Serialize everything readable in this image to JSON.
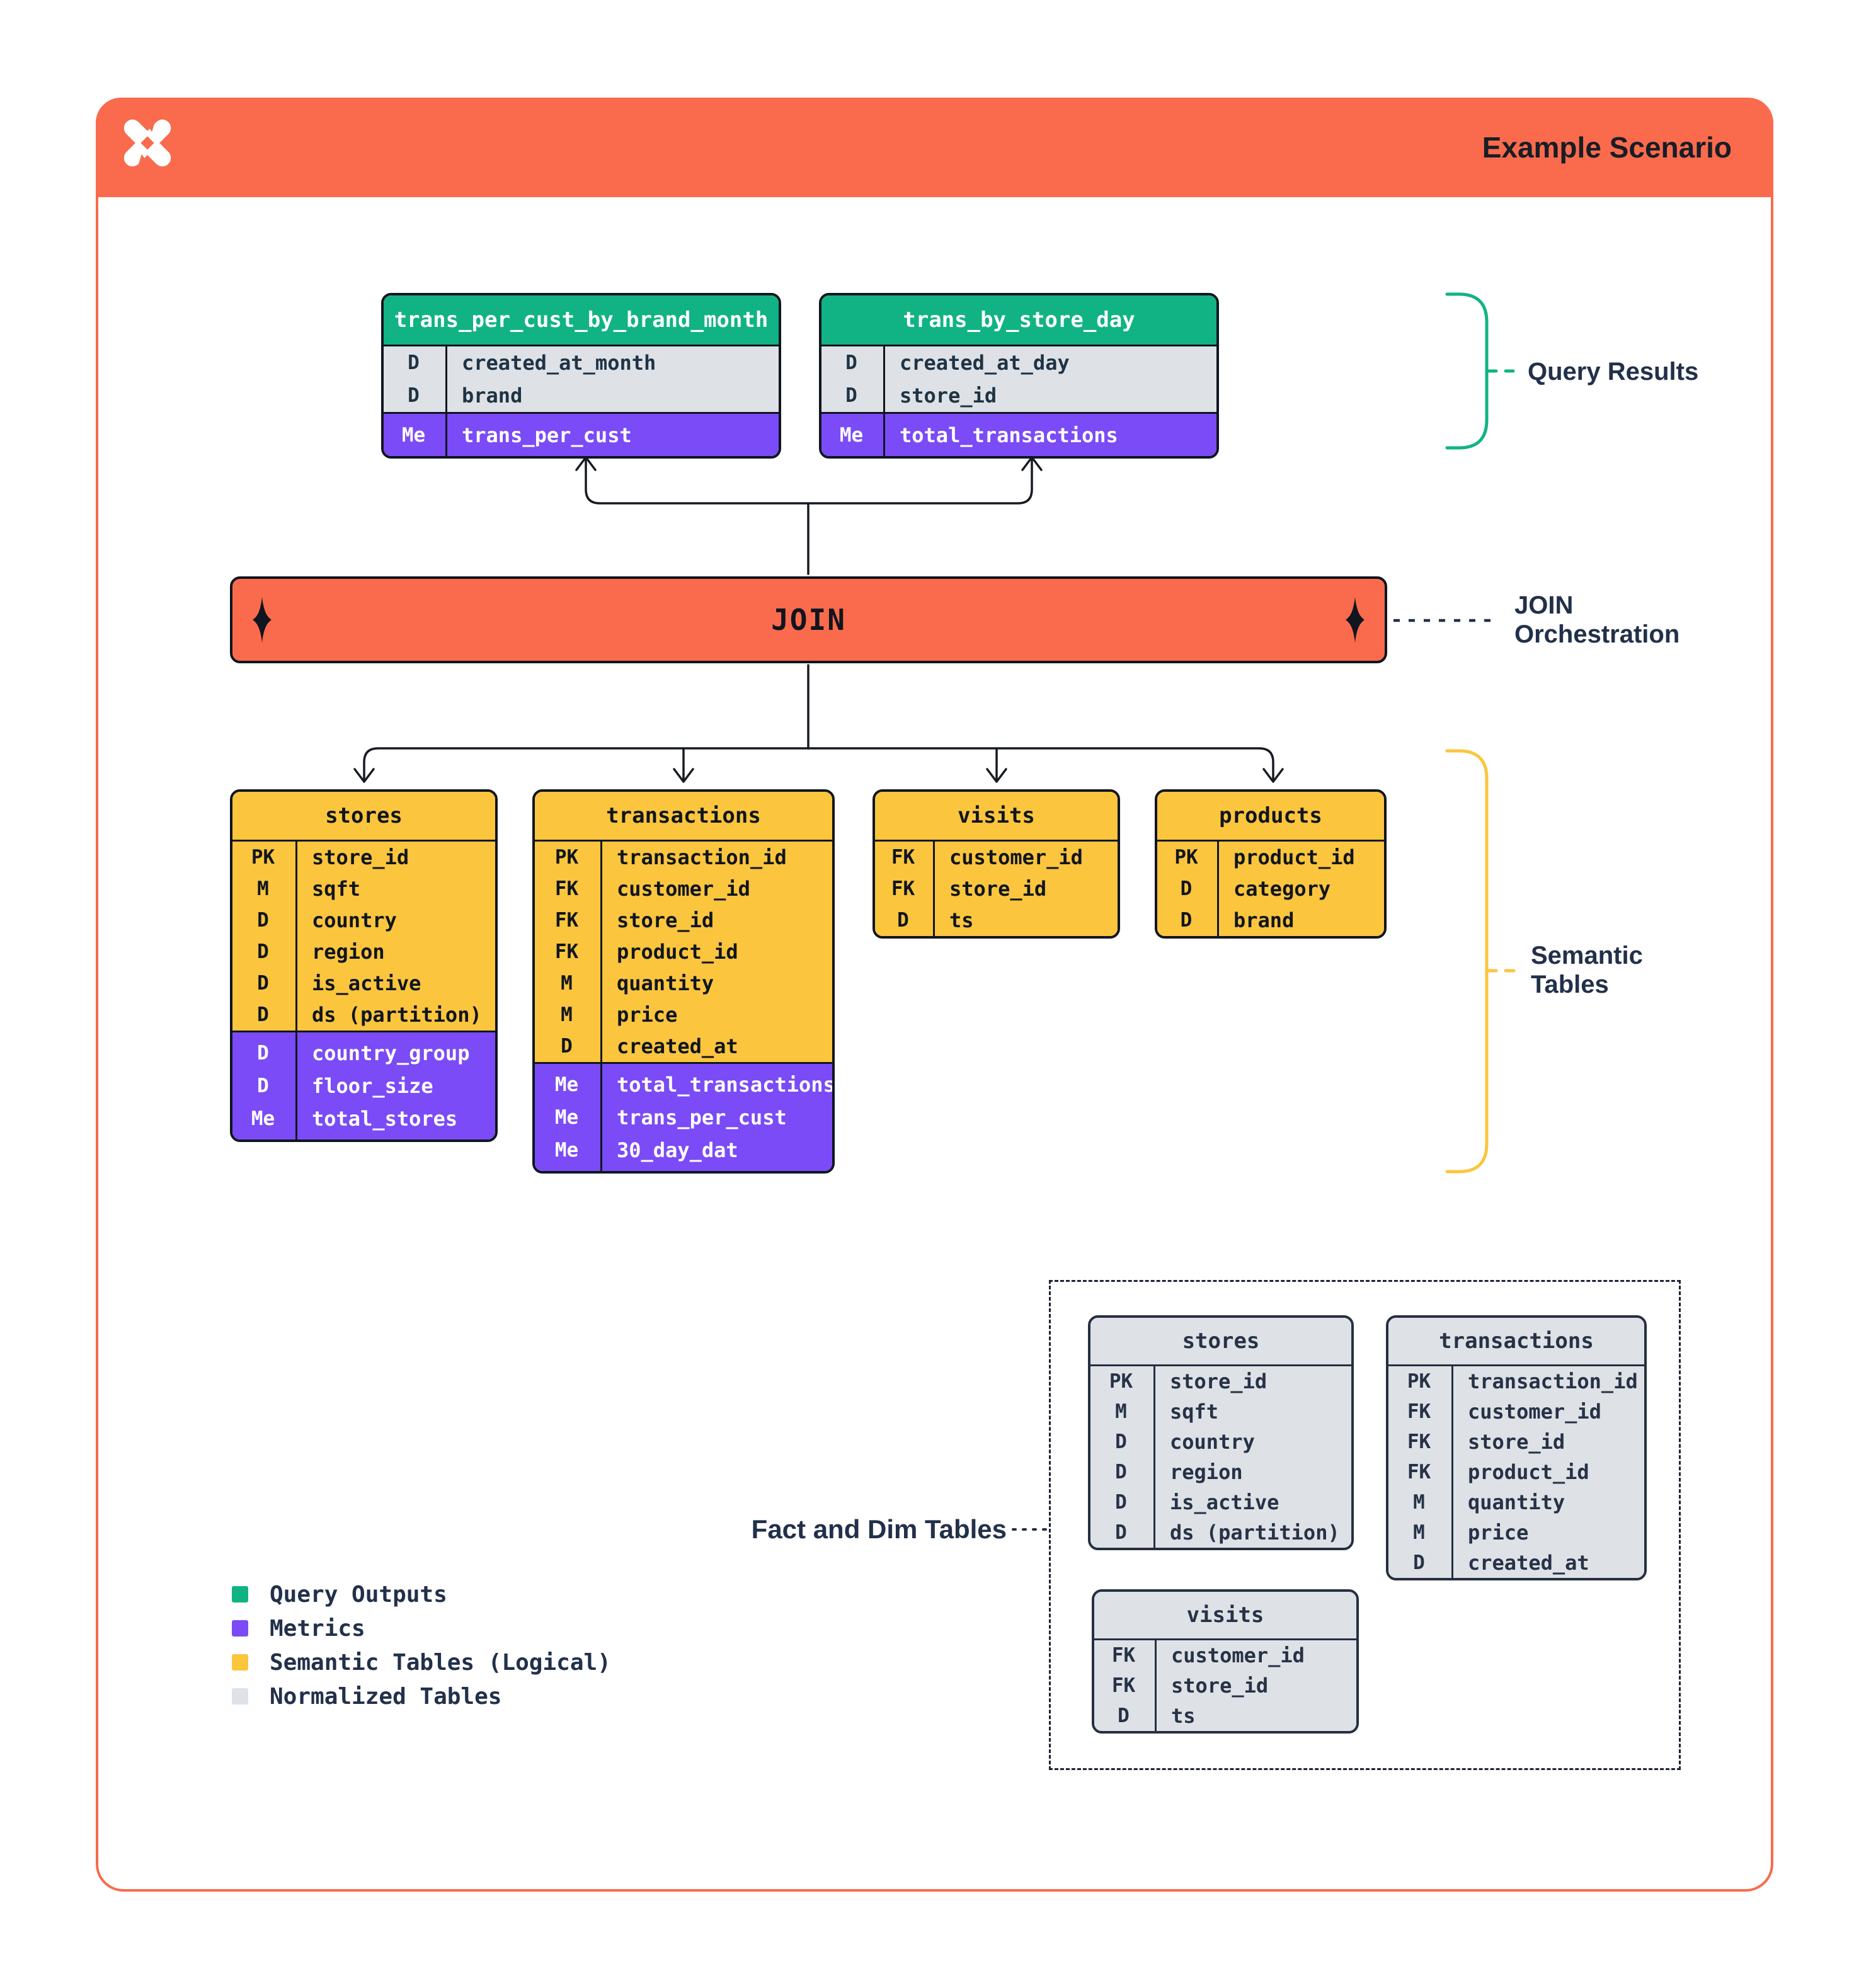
{
  "header": {
    "title": "Example Scenario",
    "logo": "pinwheel-x-logo"
  },
  "join": {
    "label": "JOIN"
  },
  "annotations": {
    "query_results": "Query Results",
    "join_orchestration": {
      "line1": "JOIN",
      "line2": "Orchestration"
    },
    "semantic_tables": {
      "line1": "Semantic",
      "line2": "Tables"
    },
    "fact_and_dim": "Fact and Dim Tables"
  },
  "legend": {
    "items": [
      {
        "label": "Query Outputs",
        "color": "#11B384"
      },
      {
        "label": "Metrics",
        "color": "#7A4BF6"
      },
      {
        "label": "Semantic Tables (Logical)",
        "color": "#FBC53E"
      },
      {
        "label": "Normalized Tables",
        "color": "#DEE2E7"
      }
    ]
  },
  "colors": {
    "accent_orange": "#F96B4C",
    "query_output_green": "#11B384",
    "metric_purple": "#7A4BF6",
    "semantic_yellow": "#FBC53E",
    "normalized_gray": "#DEE2E7",
    "text_navy": "#22304A",
    "line_black": "#161B22"
  },
  "tables": [
    {
      "id": "qr_trans_per_cust_by_brand_month",
      "group": "query-results",
      "name": "trans_per_cust_by_brand_month",
      "rows": [
        [
          "D",
          "created_at_month"
        ],
        [
          "D",
          "brand"
        ]
      ],
      "metrics": [
        [
          "Me",
          "trans_per_cust"
        ]
      ]
    },
    {
      "id": "qr_trans_by_store_day",
      "group": "query-results",
      "name": "trans_by_store_day",
      "rows": [
        [
          "D",
          "created_at_day"
        ],
        [
          "D",
          "store_id"
        ]
      ],
      "metrics": [
        [
          "Me",
          "total_transactions"
        ]
      ]
    },
    {
      "id": "sem_stores",
      "group": "semantic",
      "name": "stores",
      "rows": [
        [
          "PK",
          "store_id"
        ],
        [
          "M",
          "sqft"
        ],
        [
          "D",
          "country"
        ],
        [
          "D",
          "region"
        ],
        [
          "D",
          "is_active"
        ],
        [
          "D",
          "ds (partition)"
        ]
      ],
      "metrics": [
        [
          "D",
          "country_group"
        ],
        [
          "D",
          "floor_size"
        ],
        [
          "Me",
          "total_stores"
        ]
      ]
    },
    {
      "id": "sem_transactions",
      "group": "semantic",
      "name": "transactions",
      "rows": [
        [
          "PK",
          "transaction_id"
        ],
        [
          "FK",
          "customer_id"
        ],
        [
          "FK",
          "store_id"
        ],
        [
          "FK",
          "product_id"
        ],
        [
          "M",
          "quantity"
        ],
        [
          "M",
          "price"
        ],
        [
          "D",
          "created_at"
        ]
      ],
      "metrics": [
        [
          "Me",
          "total_transactions"
        ],
        [
          "Me",
          "trans_per_cust"
        ],
        [
          "Me",
          "30_day_dat"
        ]
      ]
    },
    {
      "id": "sem_visits",
      "group": "semantic",
      "name": "visits",
      "rows": [
        [
          "FK",
          "customer_id"
        ],
        [
          "FK",
          "store_id"
        ],
        [
          "D",
          "ts"
        ]
      ],
      "metrics": []
    },
    {
      "id": "sem_products",
      "group": "semantic",
      "name": "products",
      "rows": [
        [
          "PK",
          "product_id"
        ],
        [
          "D",
          "category"
        ],
        [
          "D",
          "brand"
        ]
      ],
      "metrics": []
    },
    {
      "id": "norm_stores",
      "group": "normalized",
      "name": "stores",
      "rows": [
        [
          "PK",
          "store_id"
        ],
        [
          "M",
          "sqft"
        ],
        [
          "D",
          "country"
        ],
        [
          "D",
          "region"
        ],
        [
          "D",
          "is_active"
        ],
        [
          "D",
          "ds (partition)"
        ]
      ],
      "metrics": []
    },
    {
      "id": "norm_transactions",
      "group": "normalized",
      "name": "transactions",
      "rows": [
        [
          "PK",
          "transaction_id"
        ],
        [
          "FK",
          "customer_id"
        ],
        [
          "FK",
          "store_id"
        ],
        [
          "FK",
          "product_id"
        ],
        [
          "M",
          "quantity"
        ],
        [
          "M",
          "price"
        ],
        [
          "D",
          "created_at"
        ]
      ],
      "metrics": []
    },
    {
      "id": "norm_visits",
      "group": "normalized",
      "name": "visits",
      "rows": [
        [
          "FK",
          "customer_id"
        ],
        [
          "FK",
          "store_id"
        ],
        [
          "D",
          "ts"
        ]
      ],
      "metrics": []
    }
  ]
}
